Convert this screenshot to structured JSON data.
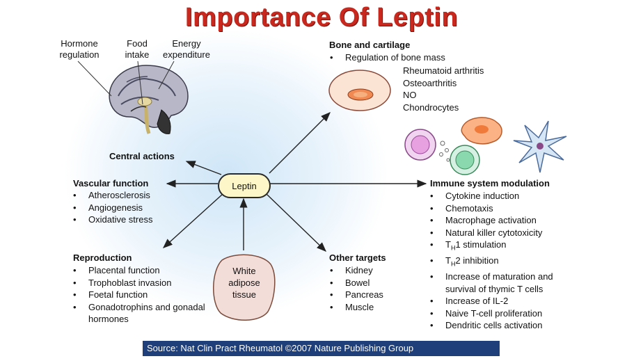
{
  "title": "Importance Of Leptin",
  "center": "Leptin",
  "brain_labels": {
    "hormone": "Hormone regulation",
    "food": "Food intake",
    "energy": "Energy expenditure"
  },
  "central_actions": "Central actions",
  "bone": {
    "header": "Bone and cartilage",
    "items": [
      "Regulation of bone mass"
    ],
    "sub_items": [
      "Rheumatoid arthritis",
      "Osteoarthritis",
      "NO",
      "Chondrocytes"
    ]
  },
  "vascular": {
    "header": "Vascular function",
    "items": [
      "Atherosclerosis",
      "Angiogenesis",
      "Oxidative stress"
    ]
  },
  "reproduction": {
    "header": "Reproduction",
    "items": [
      "Placental function",
      "Trophoblast invasion",
      "Foetal function",
      "Gonadotrophins and gonadal hormones"
    ]
  },
  "adipose": "White adipose tissue",
  "other": {
    "header": "Other targets",
    "items": [
      "Kidney",
      "Bowel",
      "Pancreas",
      "Muscle"
    ]
  },
  "immune": {
    "header": "Immune system modulation",
    "items": [
      "Cytokine induction",
      "Chemotaxis",
      "Macrophage activation",
      "Natural killer cytotoxicity"
    ],
    "th1": {
      "pre": "T",
      "sub": "H",
      "post": "1 stimulation"
    },
    "th2": {
      "pre": "T",
      "sub": "H",
      "post": "2 inhibition"
    },
    "items2": [
      "Increase of maturation and survival of thymic T cells",
      "Increase of IL-2",
      "Naive T-cell proliferation",
      "Dendritic cells activation"
    ]
  },
  "source": "Source: Nat Clin Pract Rheumatol ©2007  Nature Publishing Group",
  "colors": {
    "title": "#c8281e",
    "source_bar": "#1f3f7a",
    "leptin_fill": "#fdf6c8"
  }
}
